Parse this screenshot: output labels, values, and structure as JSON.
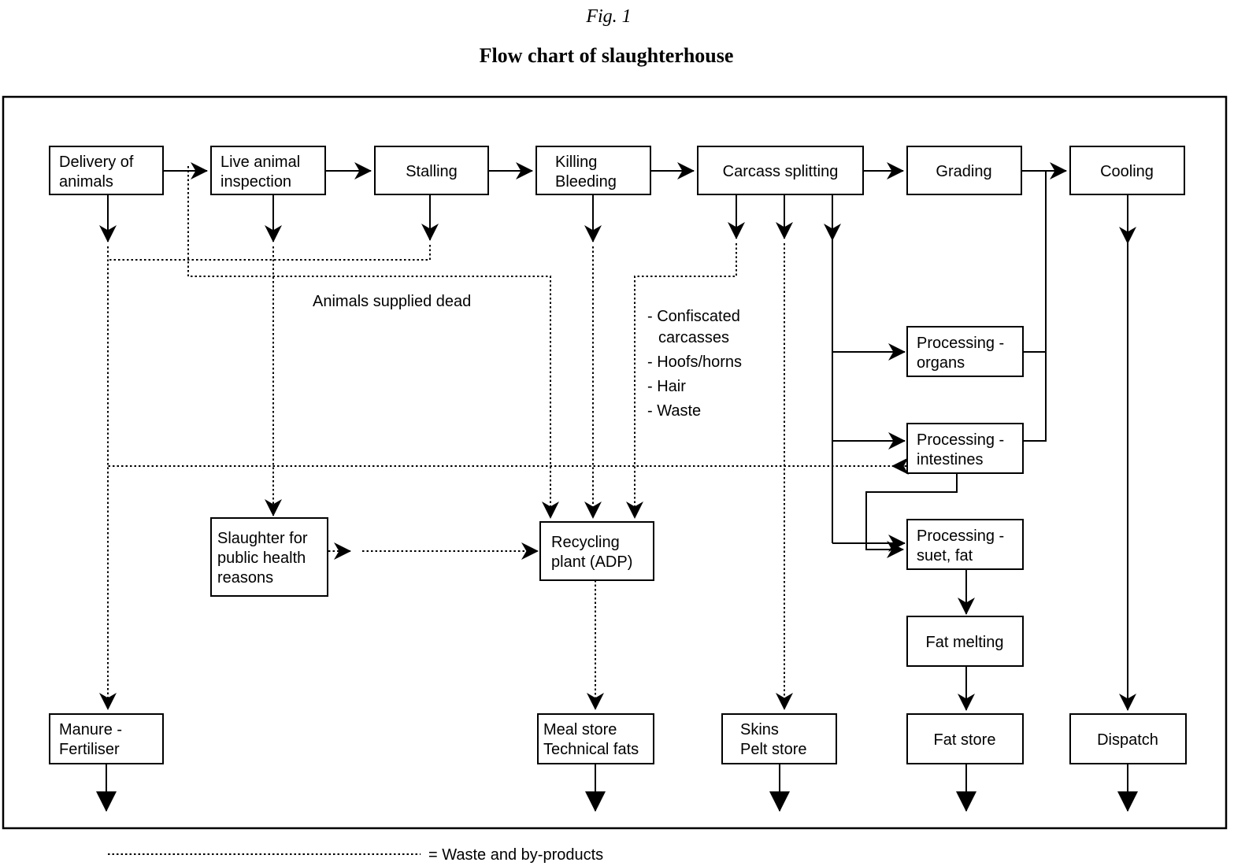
{
  "title": "Fig. 1",
  "subtitle": "Flow chart of slaughterhouse",
  "colors": {
    "line": "#000000",
    "background": "#ffffff"
  },
  "nodes": {
    "delivery": {
      "lines": [
        "Delivery of",
        "animals"
      ]
    },
    "inspection": {
      "lines": [
        "Live animal",
        "inspection"
      ]
    },
    "stalling": {
      "lines": [
        "Stalling"
      ]
    },
    "killing": {
      "lines": [
        "Killing",
        "Bleeding"
      ]
    },
    "carcass": {
      "lines": [
        "Carcass splitting"
      ]
    },
    "grading": {
      "lines": [
        "Grading"
      ]
    },
    "cooling": {
      "lines": [
        "Cooling"
      ]
    },
    "slaughter": {
      "lines": [
        "Slaughter for",
        "public health",
        "reasons"
      ]
    },
    "recycling": {
      "lines": [
        "Recycling",
        "plant (ADP)"
      ]
    },
    "organs": {
      "lines": [
        "Processing -",
        "organs"
      ]
    },
    "intestines": {
      "lines": [
        "Processing -",
        "intestines"
      ]
    },
    "suet": {
      "lines": [
        "Processing -",
        "suet, fat"
      ]
    },
    "fatmelting": {
      "lines": [
        "Fat melting"
      ]
    },
    "manure": {
      "lines": [
        "Manure -",
        "Fertiliser"
      ]
    },
    "meal": {
      "lines": [
        "Meal store",
        "Technical fats"
      ]
    },
    "skins": {
      "lines": [
        "Skins",
        "Pelt store"
      ]
    },
    "fatstore": {
      "lines": [
        "Fat store"
      ]
    },
    "dispatch": {
      "lines": [
        "Dispatch"
      ]
    }
  },
  "annotations": {
    "animals_supplied_dead": "Animals supplied dead",
    "waste_list": [
      "- Confiscated",
      "carcasses",
      "- Hoofs/horns",
      "- Hair",
      "- Waste"
    ]
  },
  "legend": {
    "label": "= Waste and by-products"
  }
}
